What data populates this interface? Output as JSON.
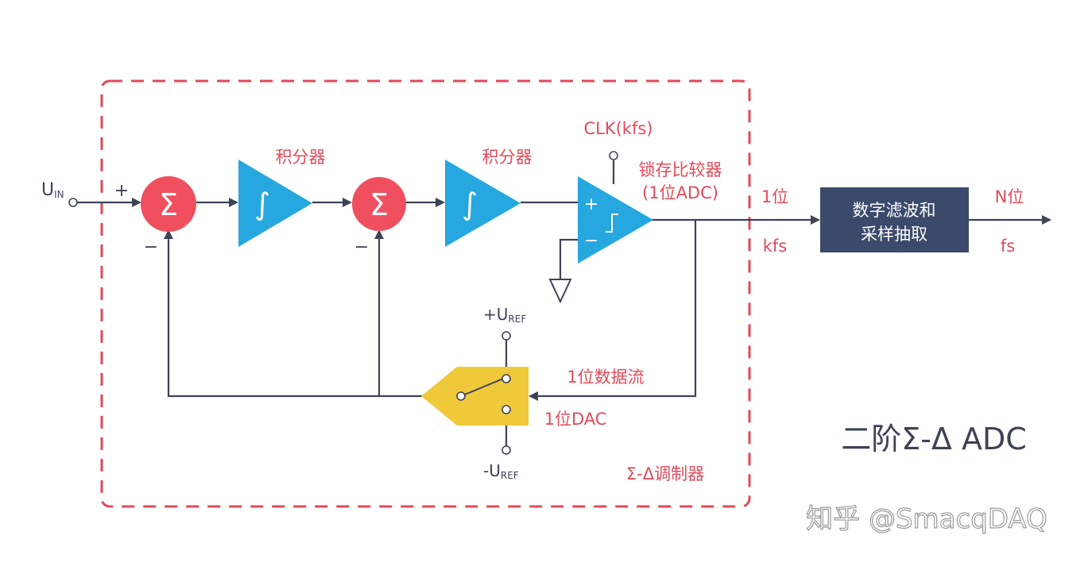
{
  "labels": {
    "input_main": "U",
    "input_sub": "IN",
    "plus_sign": "+",
    "minus_sign_1": "−",
    "minus_sign_2": "−",
    "sigma_glyph": "Σ",
    "integral_glyph": "∫",
    "integrator1_label": "积分器",
    "integrator2_label": "积分器",
    "clk_label": "CLK(kfs)",
    "comparator_label_line1": "锁存比较器",
    "comparator_label_line2": "(1位ADC)",
    "comp_plus": "+",
    "comp_minus": "−",
    "bits_1": "1位",
    "rate_kfs": "kfs",
    "filter_line1": "数字滤波和",
    "filter_line2": "采样抽取",
    "bits_n": "N位",
    "rate_fs": "fs",
    "uref_pos_main": "+U",
    "uref_pos_sub": "REF",
    "uref_neg_main": "-U",
    "uref_neg_sub": "REF",
    "datastream_label": "1位数据流",
    "dac_label": "1位DAC",
    "modulator_label": "Σ-Δ调制器",
    "title": "二阶Σ-Δ ADC",
    "watermark": "知乎 @SmacqDAQ"
  },
  "colors": {
    "summer_fill": "#ef4f5f",
    "integrator_fill": "#27a7df",
    "filter_fill": "#3b4a6b",
    "dac_fill": "#f0c93a",
    "dashed_border": "#e04a5a",
    "wire": "#3d4455",
    "label_red": "#e04a5a"
  }
}
